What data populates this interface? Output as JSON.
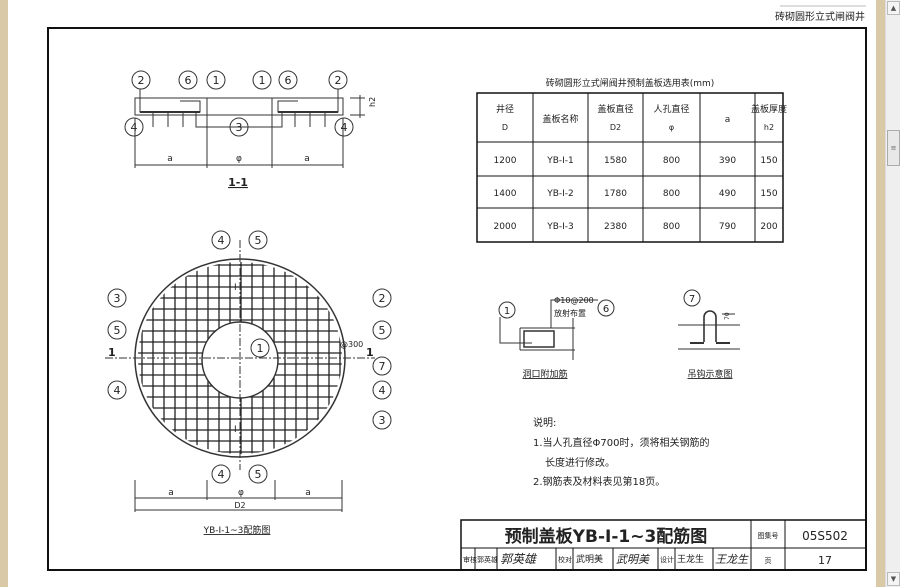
{
  "header_title": "砖砌圆形立式闸阀井",
  "section": {
    "title": "1-1",
    "labels": {
      "a": "a",
      "phi": "φ",
      "h2": "h2"
    }
  },
  "callouts": [
    "1",
    "2",
    "3",
    "4",
    "5",
    "6",
    "7"
  ],
  "plan": {
    "title": "YB-Ⅰ-1~3配筋图",
    "section_mark": "1",
    "spacing": "@300",
    "d2": "D2",
    "a": "a",
    "phi": "φ",
    "roman": "Ⅰ"
  },
  "table": {
    "title": "砖砌圆形立式闸阀井预制盖板选用表(mm)",
    "headers": [
      [
        "井径",
        "D"
      ],
      [
        "盖板名称",
        ""
      ],
      [
        "盖板直径",
        "D2"
      ],
      [
        "人孔直径",
        "φ"
      ],
      [
        "a",
        ""
      ],
      [
        "盖板厚度",
        "h2"
      ]
    ],
    "rows": [
      [
        "1200",
        "YB-Ⅰ-1",
        "1580",
        "800",
        "390",
        "150"
      ],
      [
        "1400",
        "YB-Ⅰ-2",
        "1780",
        "800",
        "490",
        "150"
      ],
      [
        "2000",
        "YB-Ⅰ-3",
        "2380",
        "800",
        "790",
        "200"
      ]
    ]
  },
  "detail1": {
    "title": "洞口附加筋",
    "spec": "Φ10@200",
    "note": "放射布置"
  },
  "detail2": {
    "title": "吊钩示意图",
    "dim": "70"
  },
  "notes": {
    "heading": "说明:",
    "items": [
      "1.当人孔直径Φ700时，须将相关钢筋的",
      "长度进行修改。",
      "2.钢筋表及材料表见第18页。"
    ]
  },
  "titleblock": {
    "title": "预制盖板YB-Ⅰ-1~3配筋图",
    "atlas_label": "图集号",
    "atlas_no": "05S502",
    "page_label": "页",
    "page_no": "17",
    "review_label": "审核",
    "reviewer": "郭英雄",
    "reviewer_sig": "郭英雄",
    "check_label": "校对",
    "checker": "武明美",
    "checker_sig": "武明美",
    "design_label": "设计",
    "designer": "王龙生",
    "designer_sig": "王龙生"
  }
}
